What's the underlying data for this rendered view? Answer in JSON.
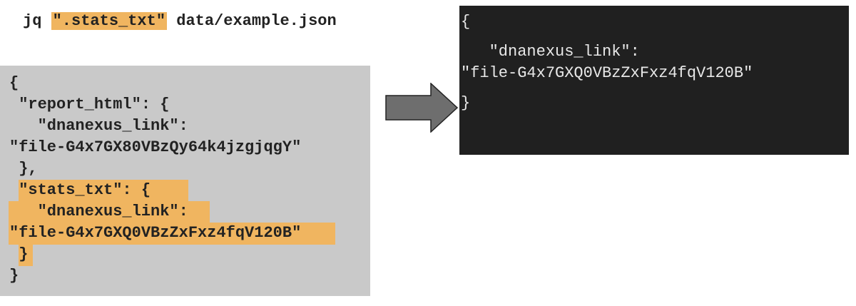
{
  "command": {
    "program": "jq",
    "filter": "\".stats_txt\"",
    "file": "data/example.json"
  },
  "input_json": {
    "lines": [
      "{",
      " \"report_html\": {",
      "   \"dnanexus_link\":",
      "\"file-G4x7GX80VBzQy64k4jzgjqgY\"",
      " },",
      " \"stats_txt\": {",
      "   \"dnanexus_link\":",
      "\"file-G4x7GXQ0VBzZxFxz4fqV120B\"",
      " }",
      "}"
    ],
    "highlighted_key": "stats_txt",
    "highlight_color": "#f0b560",
    "panel_color": "#c9c9c9"
  },
  "arrow": {
    "icon": "right-arrow-icon",
    "color": "#6e6e6e"
  },
  "output_json": {
    "lines": [
      "{",
      "   \"dnanexus_link\":",
      "\"file-G4x7GXQ0VBzZxFxz4fqV120B\"",
      "}"
    ],
    "background_color": "#202020",
    "text_color": "#e8e8e8"
  }
}
